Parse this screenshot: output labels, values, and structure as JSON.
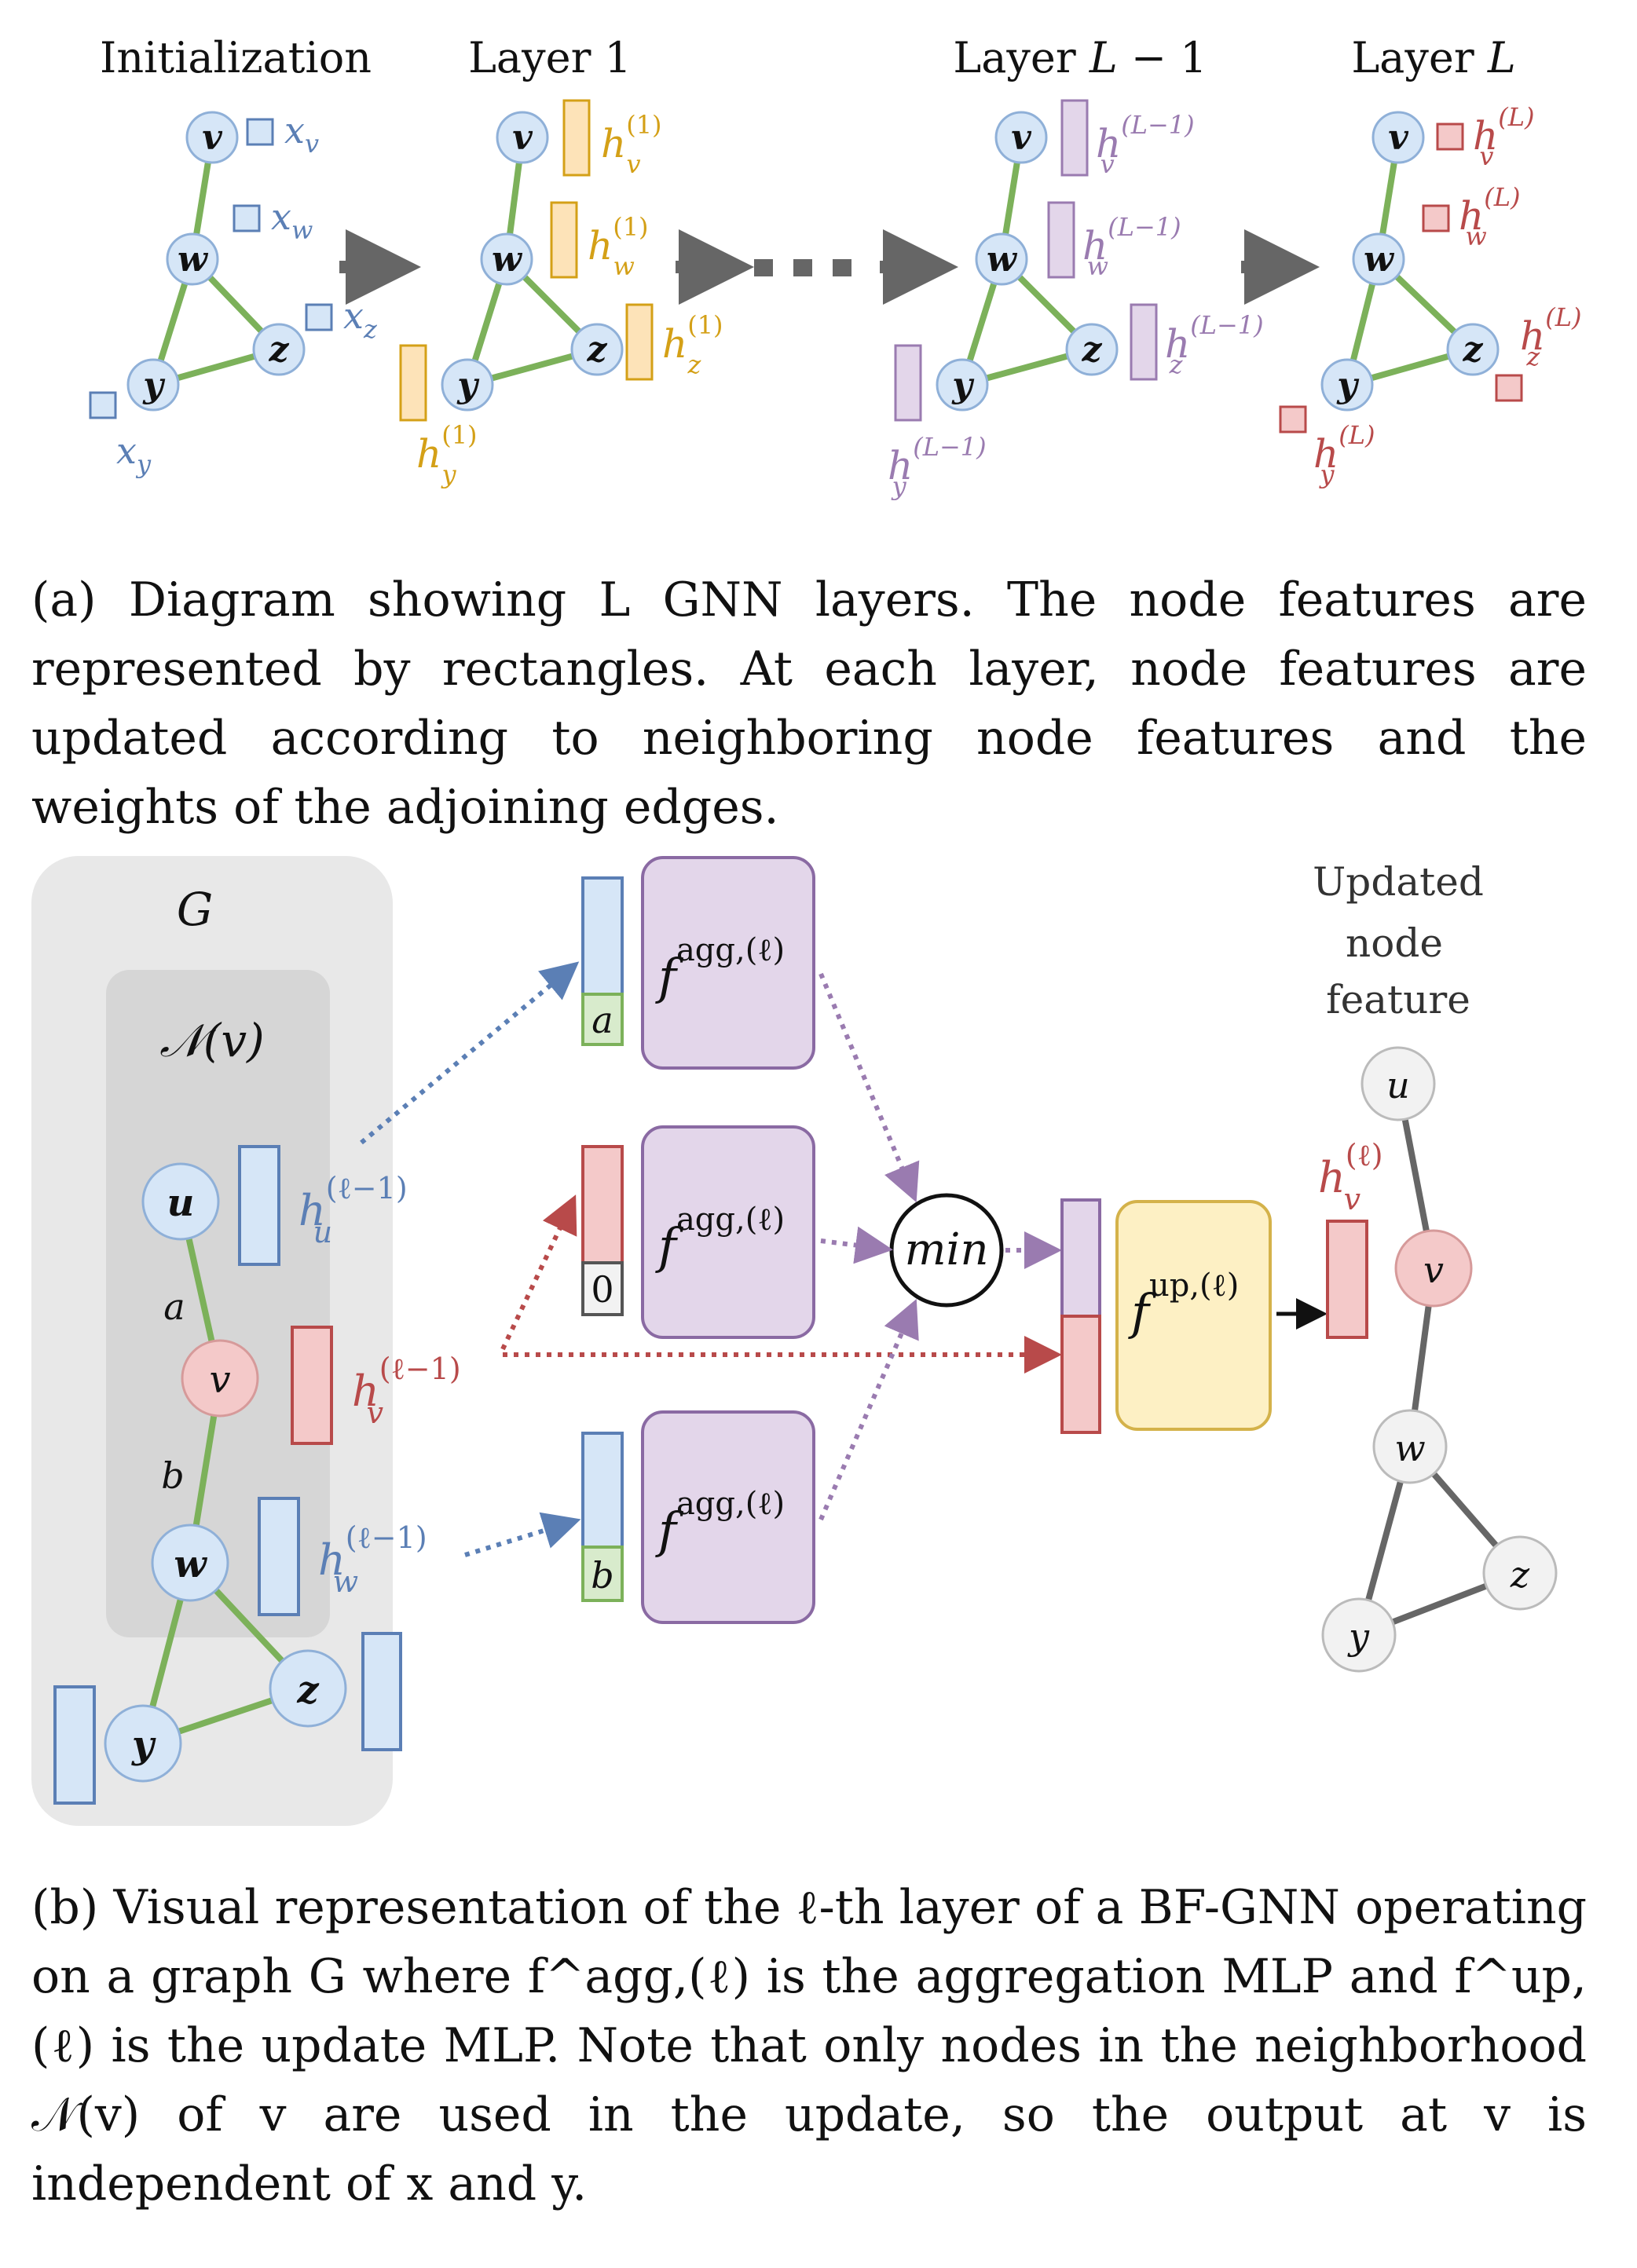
{
  "panel_a": {
    "titles": {
      "init": "Initialization",
      "layer1_prefix": "Layer 1",
      "layerLm1_prefix": "Layer ",
      "layerLm1_var": "L",
      "layerLm1_suffix": " − 1",
      "layerL_prefix": "Layer ",
      "layerL_var": "L"
    },
    "nodes": {
      "v": "v",
      "w": "w",
      "z": "z",
      "y": "y"
    },
    "init_features": {
      "x": "x",
      "v": "v",
      "w": "w",
      "z": "z",
      "y": "y"
    },
    "h": "h",
    "sup_1": "(1)",
    "sup_Lm1": "(L−1)",
    "sup_L": "(L)",
    "colors": {
      "init": "#5b7fb5",
      "layer1": "#d4a017",
      "layerLm1": "#9a7bb0",
      "layerL": "#b84a4a",
      "edge": "#7cb15a",
      "node_fill": "#d6e6f7",
      "node_stroke": "#8fb0d8",
      "arrow": "#666666"
    },
    "caption": "(a) Diagram showing L GNN layers. The node features are represented by rectangles. At each layer, node features are updated according to neighboring node features and the weights of the adjoining edges."
  },
  "panel_b": {
    "graph_label": "G",
    "neighborhood_label": "𝒩(v)",
    "nodes": {
      "u": "u",
      "v": "v",
      "w": "w",
      "z": "z",
      "y": "y"
    },
    "edge_labels": {
      "a": "a",
      "b": "b"
    },
    "h": "h",
    "sup_lm1": "(ℓ−1)",
    "sup_l": "(ℓ)",
    "agg_label": "f",
    "agg_sup": "agg,(ℓ)",
    "up_label": "f",
    "up_sup": "up,(ℓ)",
    "min_label": "min",
    "weight_a": "a",
    "weight_0": "0",
    "weight_b": "b",
    "updated_label": [
      "Updated",
      "node",
      "feature"
    ],
    "colors": {
      "agg_fill": "#e3d6ea",
      "agg_stroke": "#8a6aa3",
      "up_fill": "#fdf0c4",
      "up_stroke": "#d4b24a",
      "blue_vec": "#d6e6f7",
      "blue_stroke": "#5b7fb5",
      "red_vec": "#f4c9c9",
      "red_stroke": "#b84a4a",
      "green_vec": "#d8ebcc",
      "green_stroke": "#7cb15a",
      "graph_bg": "#e8e8e8",
      "nbhd_bg": "#d6d6d6"
    },
    "caption": "(b) Visual representation of the ℓ-th layer of a BF-GNN operating on a graph G where f^agg,(ℓ) is the aggregation MLP and f^up,(ℓ) is the update MLP. Note that only nodes in the neighborhood 𝒩(v) of v are used in the update, so the output at v is independent of x and y."
  }
}
